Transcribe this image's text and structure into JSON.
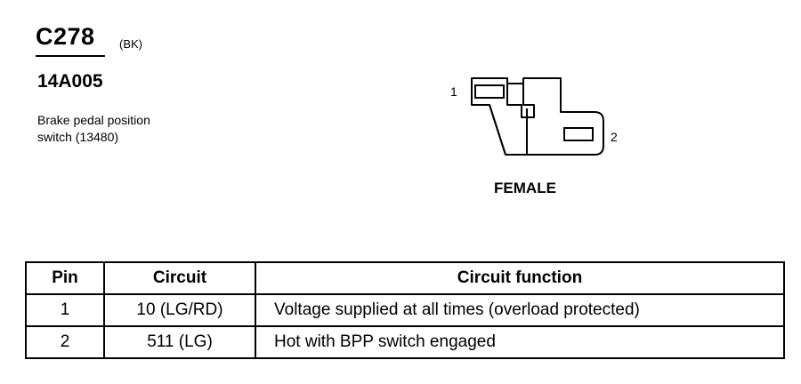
{
  "connector": {
    "id": "C278",
    "color": "(BK)",
    "part_number": "14A005",
    "description_line1": "Brake pedal position",
    "description_line2": "switch (13480)"
  },
  "diagram": {
    "pin1_label": "1",
    "pin2_label": "2",
    "gender": "FEMALE"
  },
  "table": {
    "headers": [
      "Pin",
      "Circuit",
      "Circuit function"
    ],
    "rows": [
      [
        "1",
        "10 (LG/RD)",
        "Voltage supplied at all times (overload protected)"
      ],
      [
        "2",
        "511 (LG)",
        "Hot with BPP switch engaged"
      ]
    ]
  }
}
